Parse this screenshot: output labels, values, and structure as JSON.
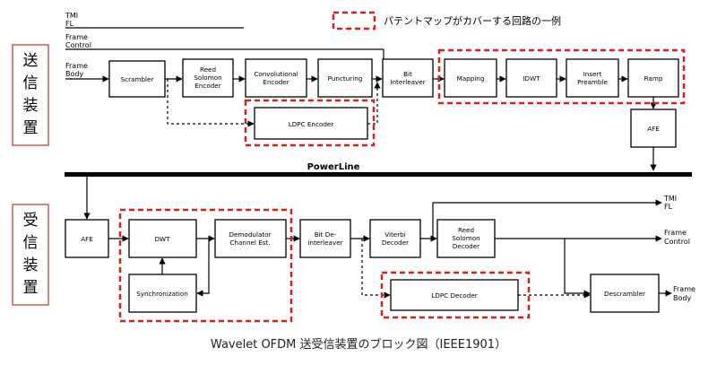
{
  "colors": {
    "highlight": "#e01c24",
    "side_box": "#d04040",
    "line": "#000000"
  },
  "legend": {
    "text": "パテントマップがカバーする回路の一例"
  },
  "side_labels": {
    "tx": [
      "送",
      "信",
      "装",
      "置"
    ],
    "rx": [
      "受",
      "信",
      "装",
      "置"
    ]
  },
  "powerline": {
    "label": "PowerLine"
  },
  "tx": {
    "inputs": {
      "tmi": "TMI",
      "fl": "FL",
      "frame_control": [
        "Frame",
        "Control"
      ],
      "frame_body": [
        "Frame",
        "Body"
      ]
    },
    "blocks": {
      "scrambler": [
        "Scrambler"
      ],
      "rs_encoder": [
        "Reed",
        "Solomon",
        "Encoder"
      ],
      "conv_encoder": [
        "Convolutional",
        "Encoder"
      ],
      "puncturing": [
        "Puncturing"
      ],
      "bit_interleaver": [
        "Bit",
        "Interleaver"
      ],
      "mapping": [
        "Mapping"
      ],
      "idwt": [
        "IDWT"
      ],
      "insert_preamble": [
        "Insert",
        "Preamble"
      ],
      "ramp": [
        "Ramp"
      ],
      "ldpc_encoder": [
        "LDPC Encoder"
      ],
      "afe": [
        "AFE"
      ]
    }
  },
  "rx": {
    "outputs": {
      "tmi": "TMI",
      "fl": "FL",
      "frame_control": [
        "Frame",
        "Control"
      ],
      "frame_body": [
        "Frame",
        "Body"
      ]
    },
    "blocks": {
      "afe": [
        "AFE"
      ],
      "dwt": [
        "DWT"
      ],
      "synchronization": [
        "Synchronization"
      ],
      "demodulator": [
        "Demodulator",
        "Channel Est."
      ],
      "bit_deinterleaver": [
        "Bit De-",
        "interleaver"
      ],
      "viterbi": [
        "Viterbi",
        "Decoder"
      ],
      "rs_decoder": [
        "Reed",
        "Solomon",
        "Decoder"
      ],
      "ldpc_decoder": [
        "LDPC Decoder"
      ],
      "descrambler": [
        "Descrambler"
      ]
    }
  },
  "caption": "Wavelet OFDM 送受信装置のブロック図（IEEE1901）"
}
